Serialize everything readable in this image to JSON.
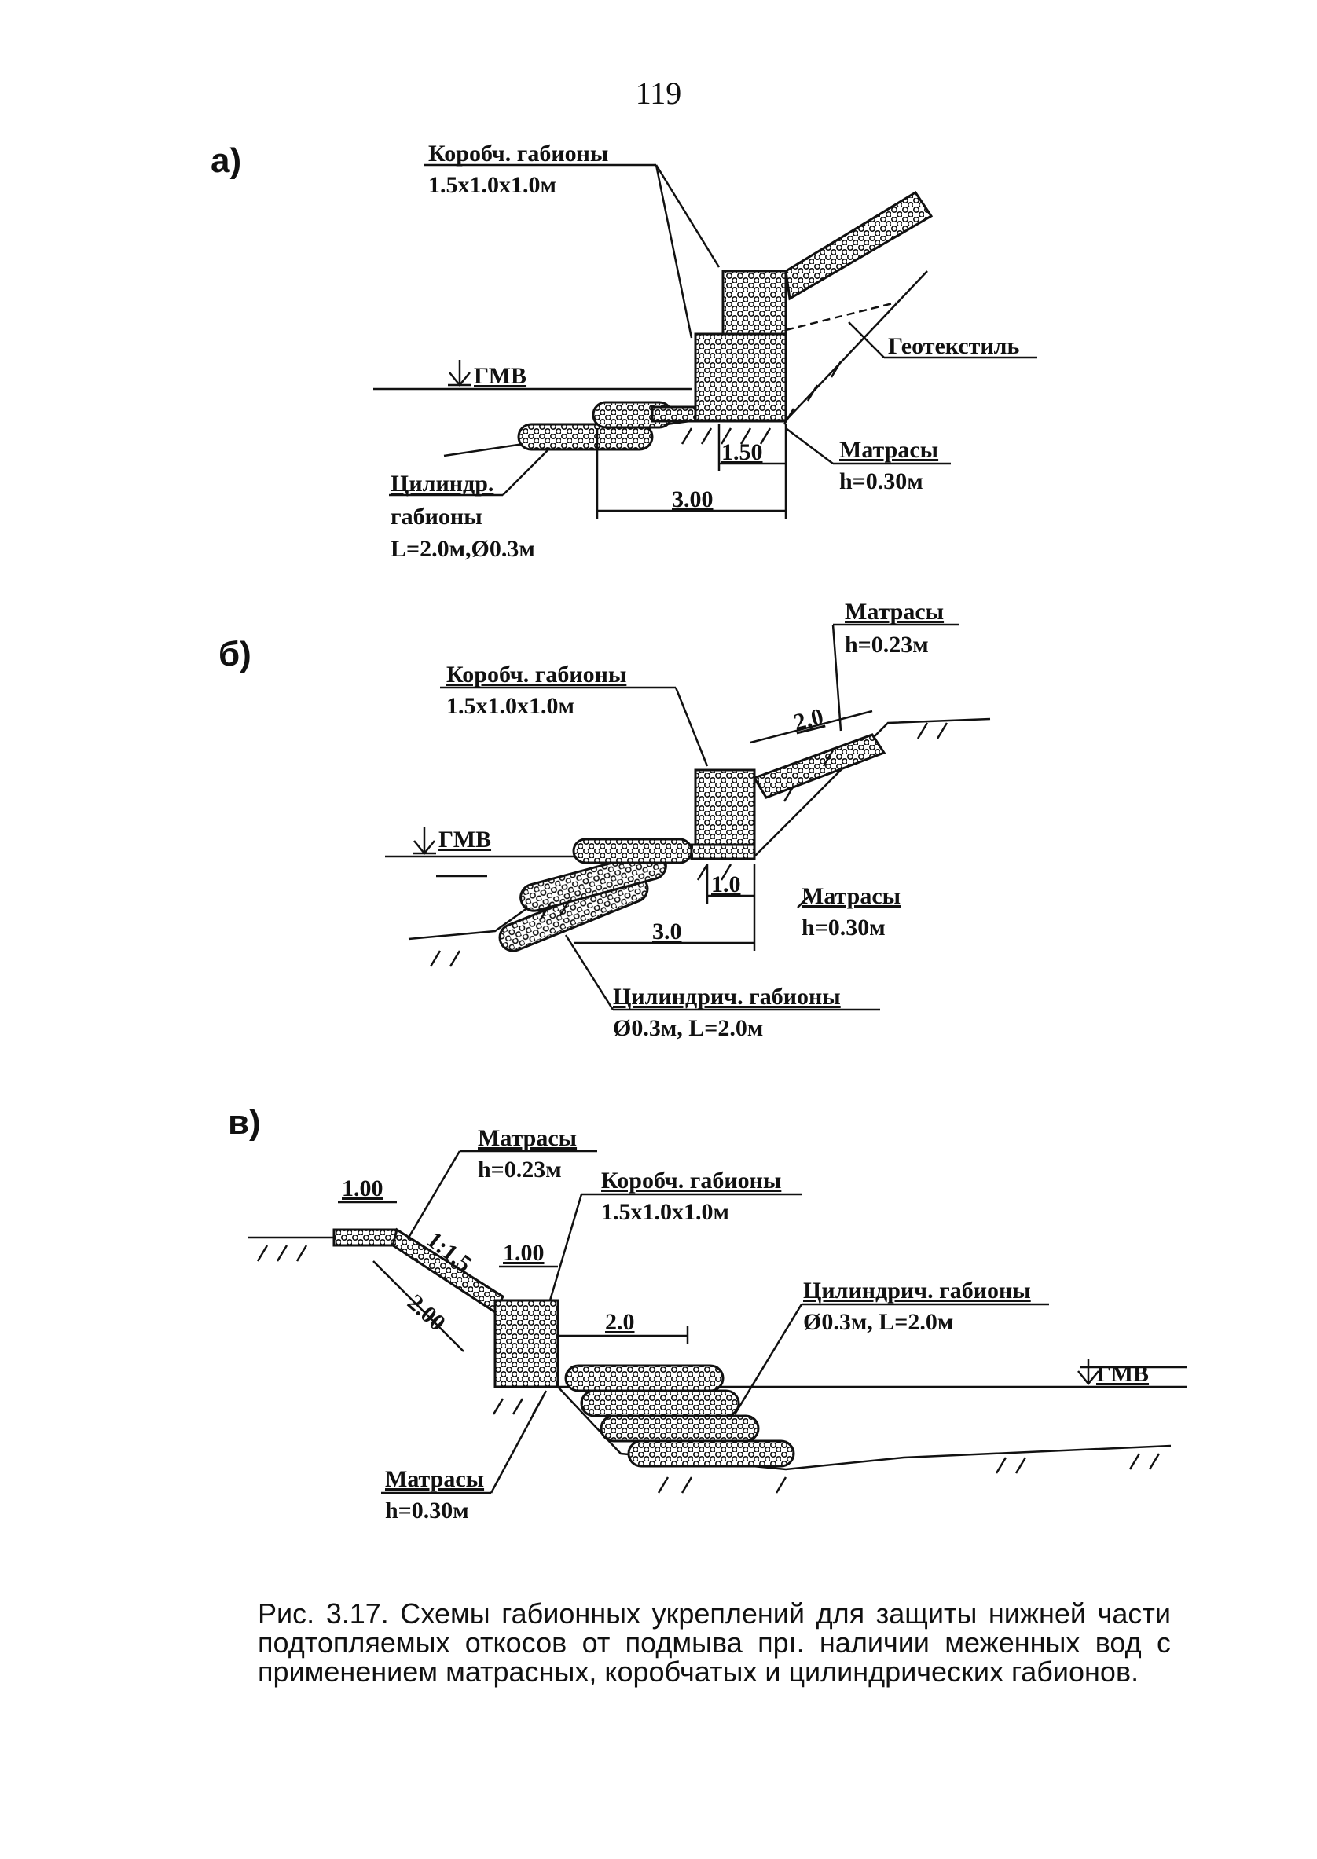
{
  "page_number": "119",
  "panels": [
    {
      "letter": "а)",
      "box_gabions": [
        "Коробч. габионы",
        "1.5x1.0x1.0м"
      ],
      "water_level": "ГМВ",
      "geotextile": "Геотекстиль",
      "mattress": [
        "Матрасы",
        "h=0.30м"
      ],
      "cylinder_gabions": [
        "Цилиндр.",
        "габионы",
        "L=2.0м,Ø0.3м"
      ],
      "dims": [
        "1.50",
        "3.00"
      ]
    },
    {
      "letter": "б)",
      "mattress_top": [
        "Матрасы",
        "h=0.23м"
      ],
      "box_gabions": [
        "Коробч. габионы",
        "1.5x1.0x1.0м"
      ],
      "water_level": "ГМВ",
      "mattress": [
        "Матрасы",
        "h=0.30м"
      ],
      "cylinder_gabions": [
        "Цилиндрич. габионы",
        "Ø0.3м, L=2.0м"
      ],
      "dims": [
        "2.0",
        "1.0",
        "3.0"
      ]
    },
    {
      "letter": "в)",
      "mattress_top": [
        "Матрасы",
        "h=0.23м"
      ],
      "box_gabions": [
        "Коробч. габионы",
        "1.5x1.0x1.0м"
      ],
      "slope": "1:1.5",
      "cylinder_gabions": [
        "Цилиндрич. габионы",
        "Ø0.3м, L=2.0м"
      ],
      "water_level": "ГМВ",
      "mattress": [
        "Матрасы",
        "h=0.30м"
      ],
      "dims": [
        "1.00",
        "1.00",
        "2.00",
        "2.0"
      ]
    }
  ],
  "caption": "Рис. 3.17. Схемы габионных укреплений для защиты нижней части подтопляемых откосов от подмыва прı. наличии меженных вод с применением матрасных, коробчатых и цилиндрических габионов."
}
